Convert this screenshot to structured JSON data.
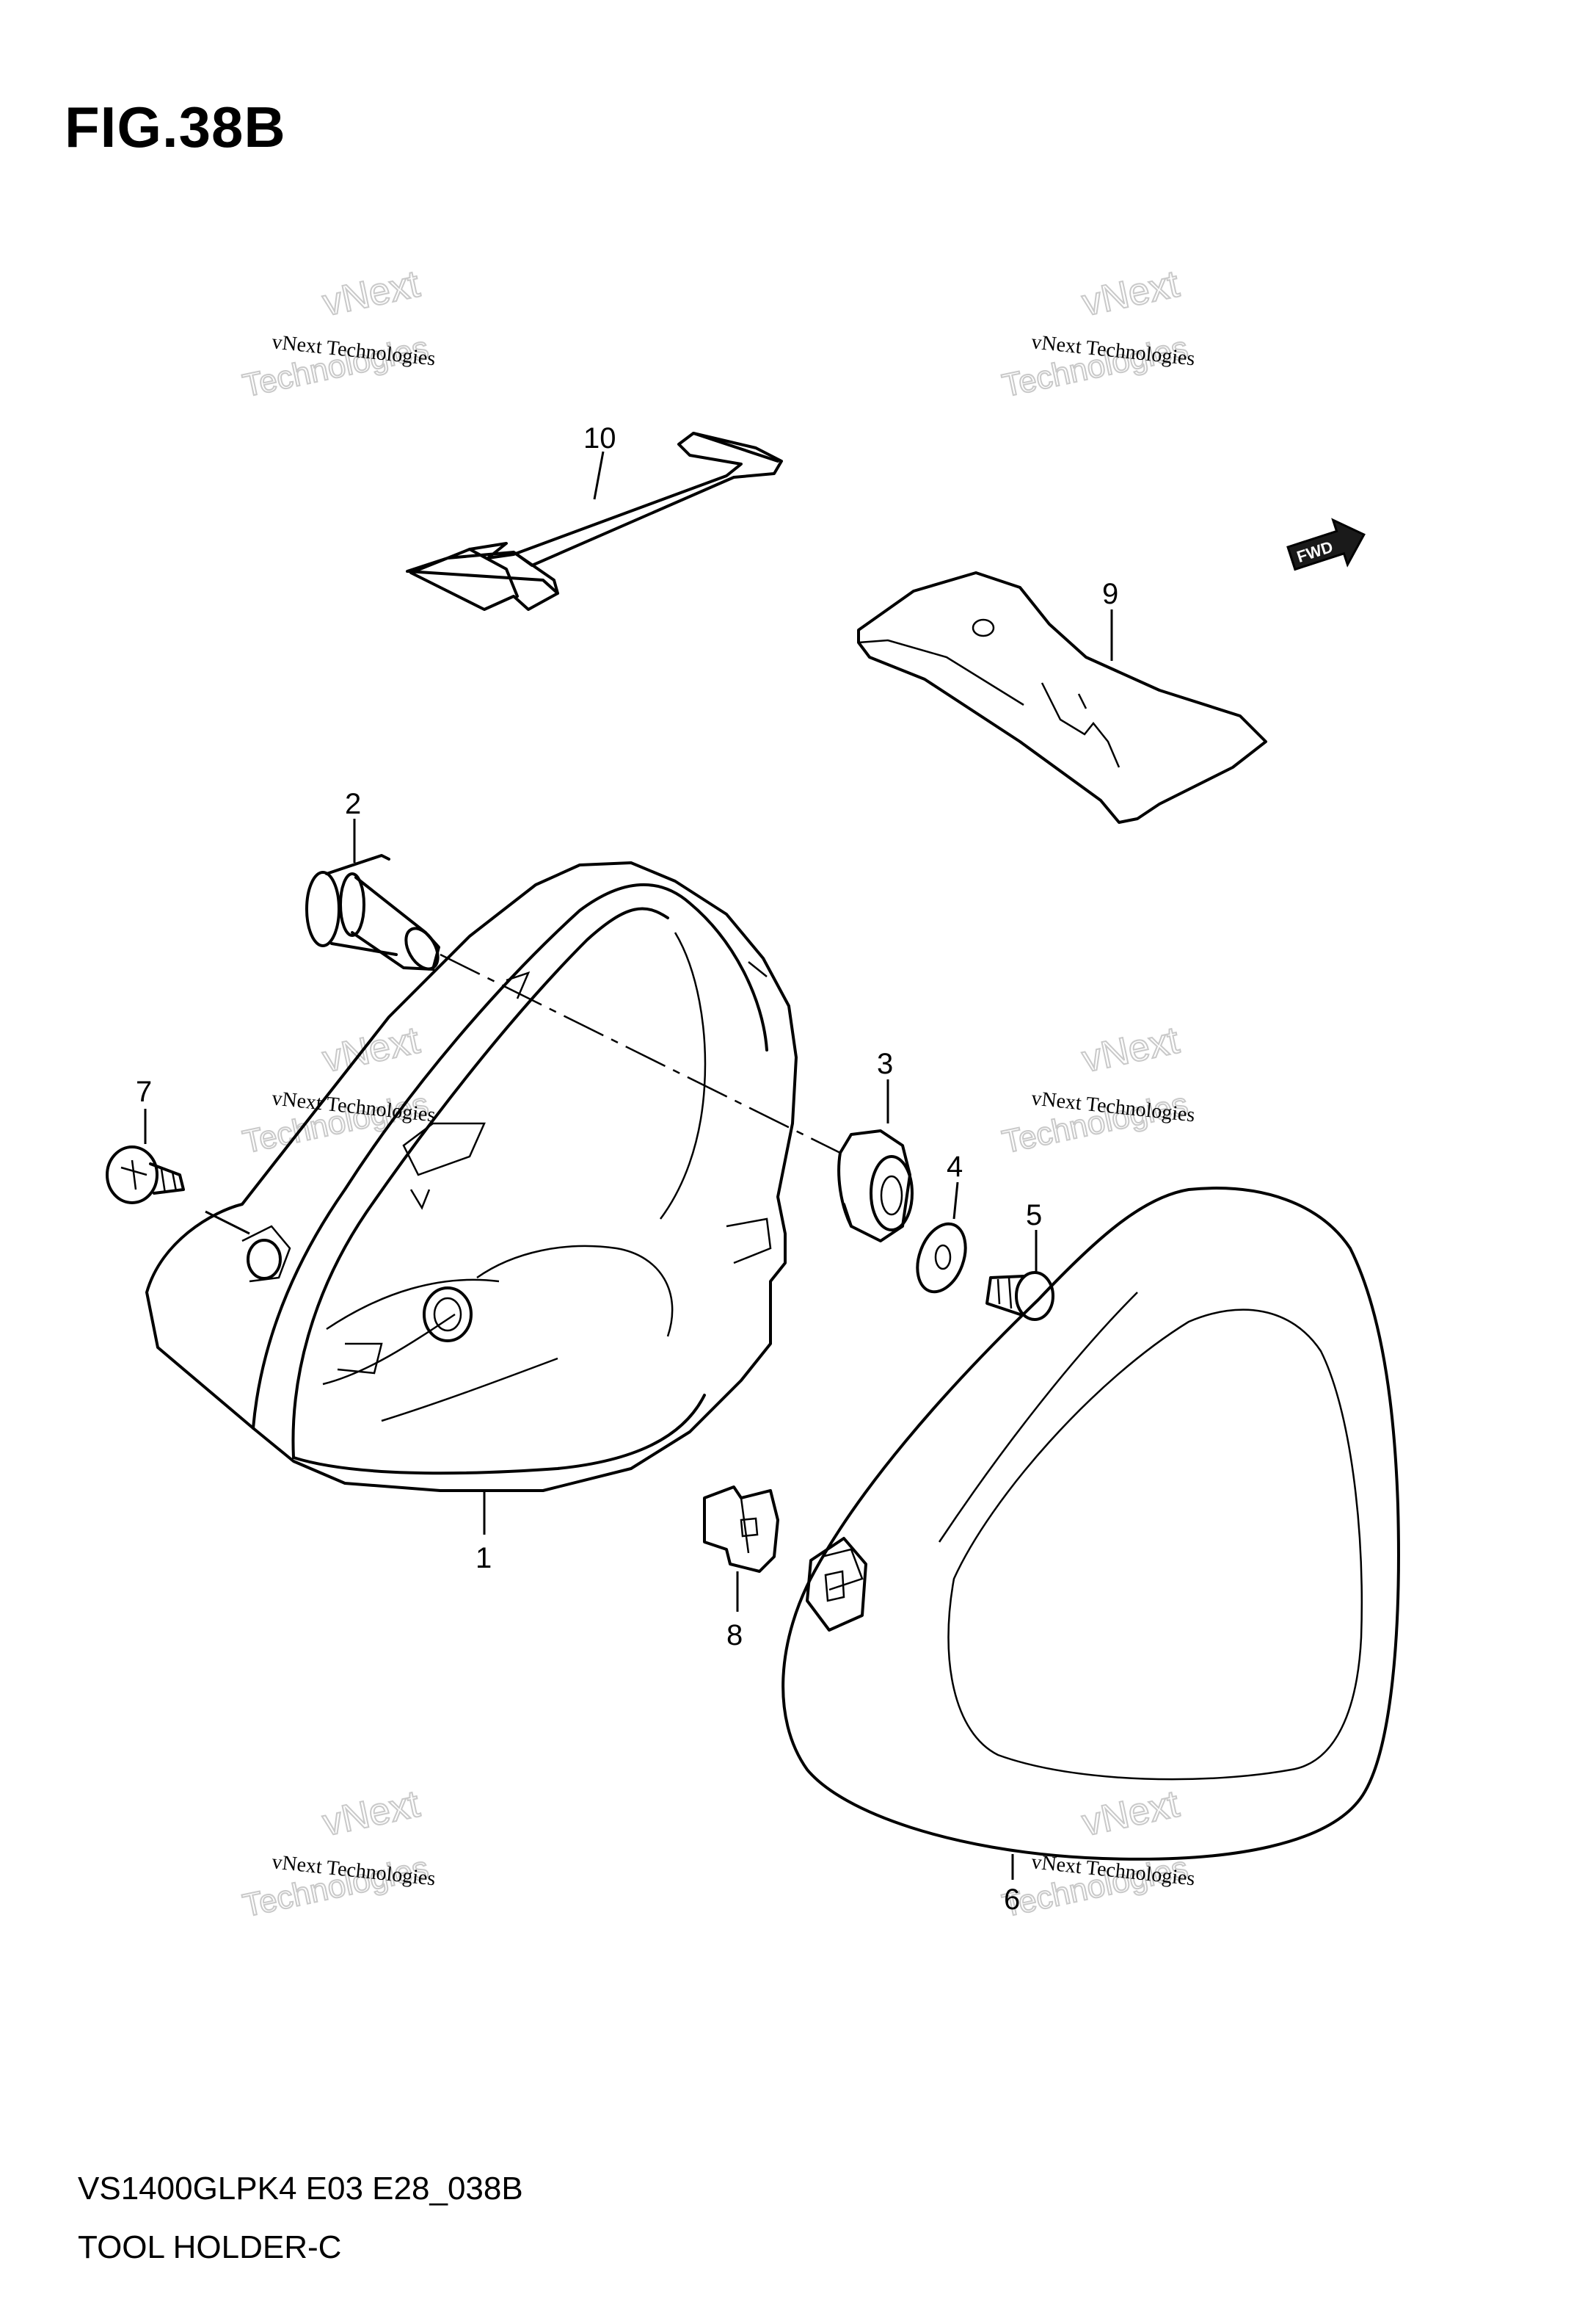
{
  "figure_title": "FIG.38B",
  "footer": {
    "code": "VS1400GLPK4 E03 E28_038B",
    "name": "TOOL HOLDER-C"
  },
  "fwd_label": "FWD",
  "watermark": {
    "line1": "vNext Technologies",
    "line2": "vNext",
    "line3": "Technologies"
  },
  "callouts": [
    "1",
    "2",
    "3",
    "4",
    "5",
    "6",
    "7",
    "8",
    "9",
    "10"
  ]
}
